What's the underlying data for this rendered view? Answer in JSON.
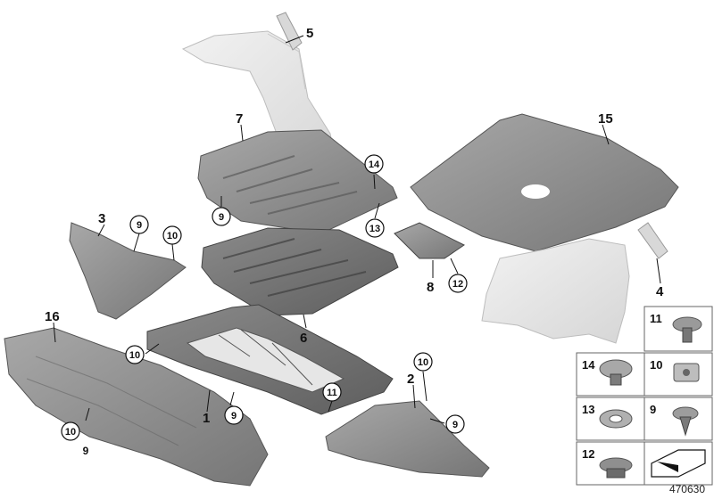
{
  "diagram": {
    "id": "470630",
    "labels": {
      "p1": "1",
      "p2": "2",
      "p3": "3",
      "p4": "4",
      "p5": "5",
      "p6": "6",
      "p7": "7",
      "p8": "8",
      "p15": "15",
      "p16": "16"
    },
    "callouts": {
      "c9a": "9",
      "c9b": "9",
      "c9c": "9",
      "c9d": "9",
      "c10a": "10",
      "c10b": "10",
      "c10c": "10",
      "c10d": "10",
      "c11": "11",
      "c12": "12",
      "c13": "13",
      "c14": "14"
    },
    "legend": {
      "k11": "11",
      "k14": "14",
      "k10": "10",
      "k13": "13",
      "k9": "9",
      "k12": "12"
    }
  }
}
